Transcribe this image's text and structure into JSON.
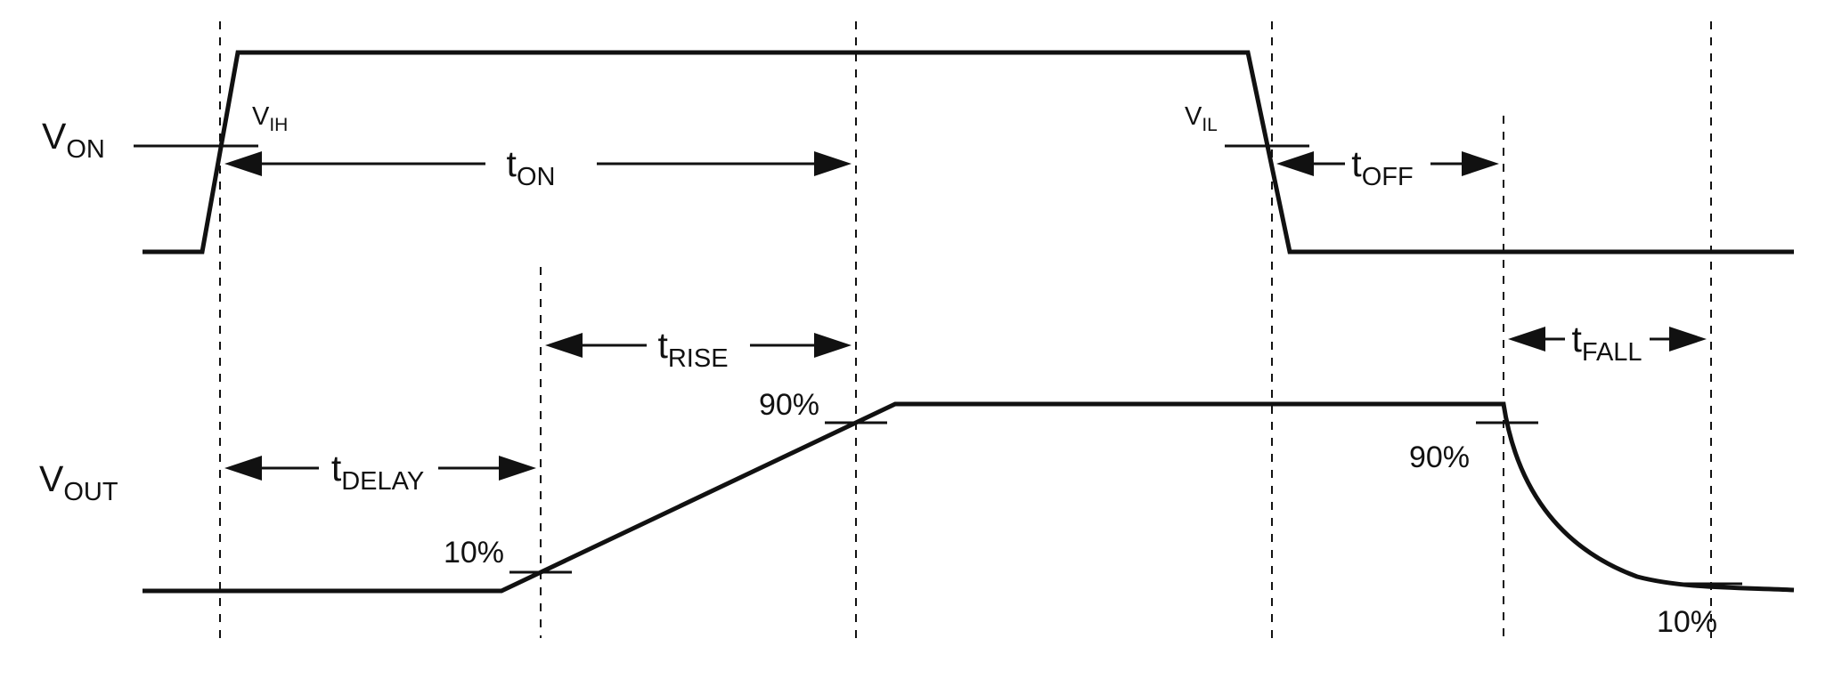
{
  "figure": {
    "background": "#ffffff",
    "line_color": "#111111",
    "signals": {
      "von": {
        "base": "V",
        "sub": "ON"
      },
      "vout": {
        "base": "V",
        "sub": "OUT"
      }
    },
    "thresholds": {
      "vih": {
        "base": "V",
        "sub": "IH"
      },
      "vil": {
        "base": "V",
        "sub": "IL"
      },
      "rise_start_pct": "10%",
      "rise_end_pct": "90%",
      "fall_start_pct": "90%",
      "fall_end_pct": "10%"
    },
    "timings": {
      "t_on": {
        "base": "t",
        "sub": "ON"
      },
      "t_off": {
        "base": "t",
        "sub": "OFF"
      },
      "t_rise": {
        "base": "t",
        "sub": "RISE"
      },
      "t_delay": {
        "base": "t",
        "sub": "DELAY"
      },
      "t_fall": {
        "base": "t",
        "sub": "FALL"
      }
    }
  }
}
